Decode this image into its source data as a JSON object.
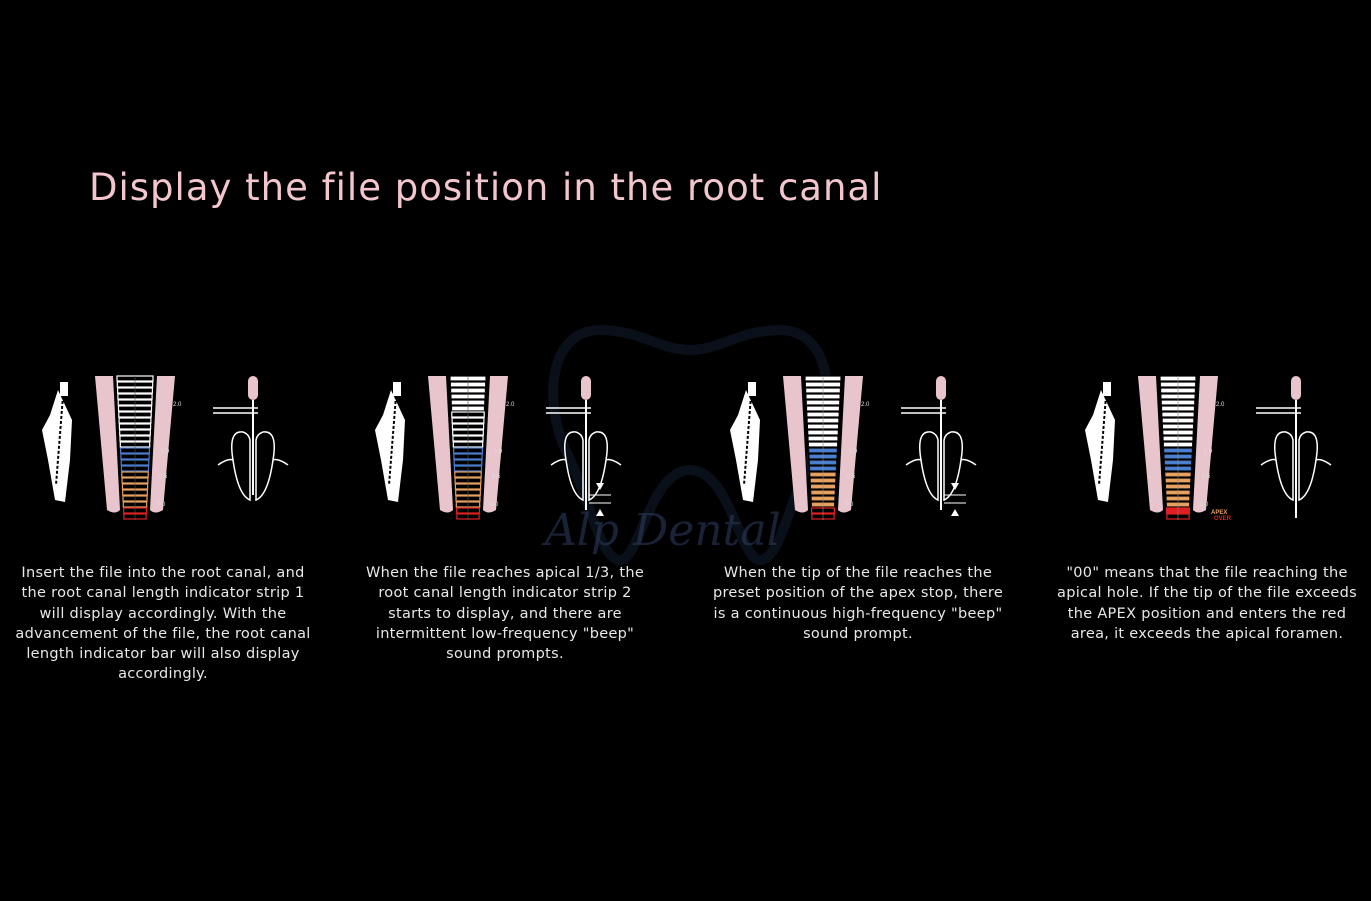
{
  "title": "Display the file position in the root canal",
  "watermark": "Alp Dental",
  "colors": {
    "pink": "#e8c4cc",
    "blue": "#4a7fd0",
    "orange": "#e8a060",
    "red": "#e02020",
    "title": "#f2c6cc"
  },
  "scale_labels": [
    "2.0",
    "1.0",
    "0.5",
    "0.0"
  ],
  "apex_label": "APEX",
  "over_label": "OVER",
  "panels": [
    {
      "mode": "outline",
      "description": "Insert the file into the root canal, and the root canal length indicator strip 1 will display accordingly. With the advancement of the file, the root canal length indicator bar will also display accordingly."
    },
    {
      "mode": "partial",
      "description": "When the file reaches apical 1/3, the root canal length indicator strip 2 starts to display, and there are intermittent low-frequency \"beep\" sound prompts."
    },
    {
      "mode": "filled",
      "description": "When the tip of the file reaches the preset position of the apex stop, there is a continuous high-frequency \"beep\" sound prompt."
    },
    {
      "mode": "over",
      "description": "\"00\" means that the file reaching the apical hole. If the tip of the file exceeds the APEX position and enters the red area, it exceeds the apical foramen."
    }
  ]
}
